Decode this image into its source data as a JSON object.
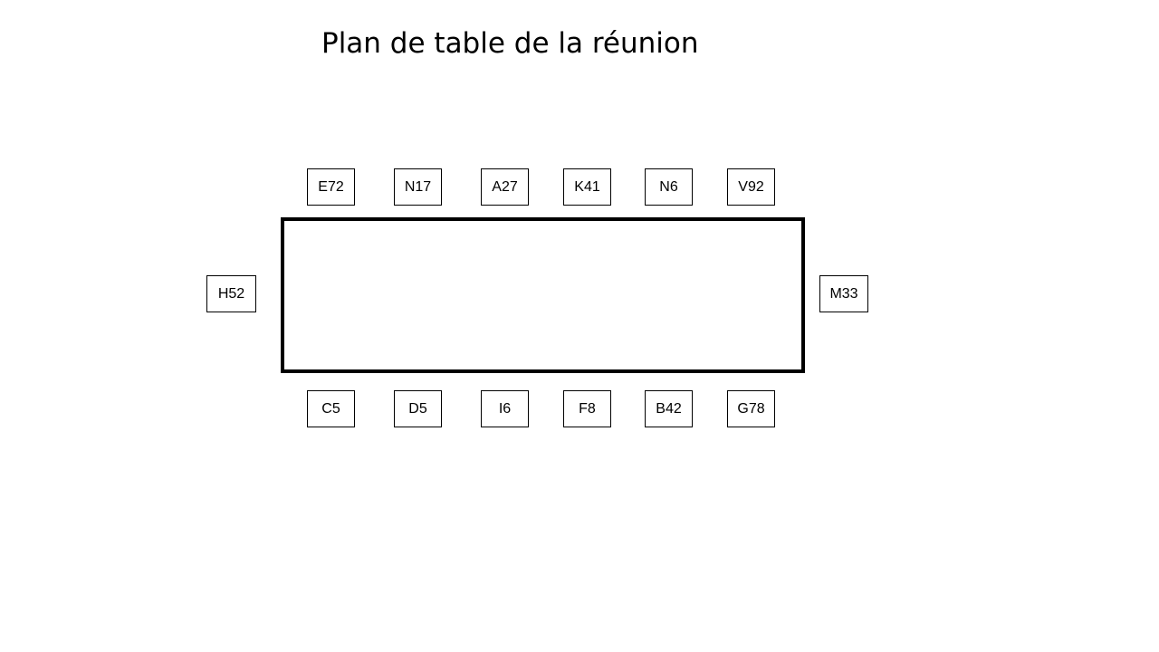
{
  "title": "Plan de table de la réunion",
  "seats": {
    "top": [
      "E72",
      "N17",
      "A27",
      "K41",
      "N6",
      "V92"
    ],
    "left": "H52",
    "right": "M33",
    "bottom": [
      "C5",
      "D5",
      "I6",
      "F8",
      "B42",
      "G78"
    ]
  }
}
